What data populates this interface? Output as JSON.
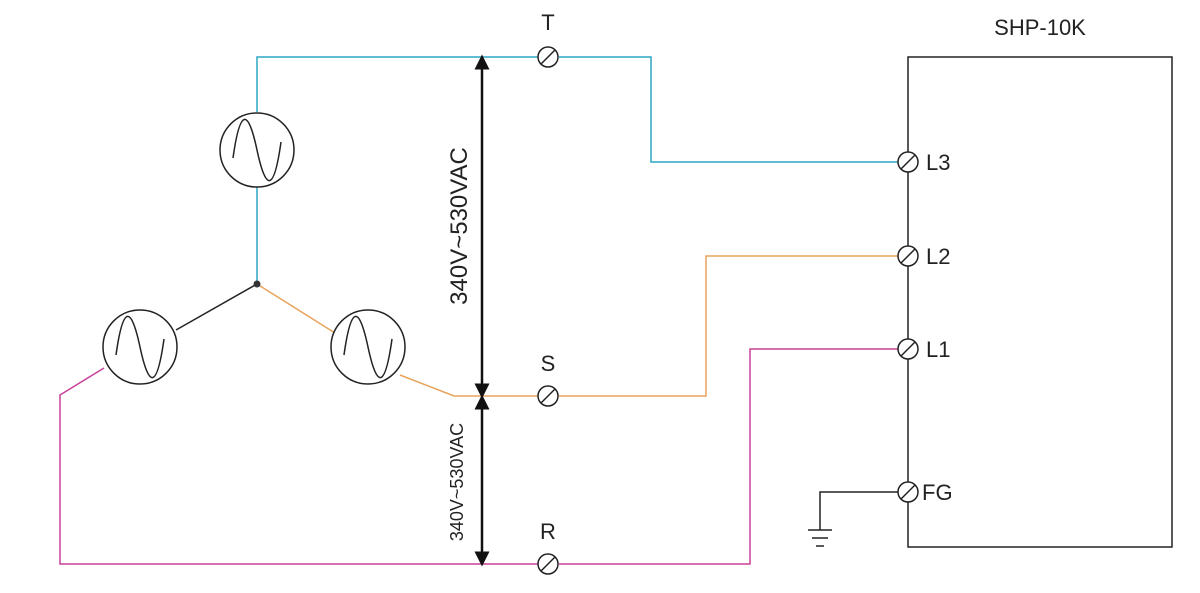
{
  "device": {
    "name": "SHP-10K"
  },
  "source_terminals": [
    {
      "id": "T",
      "label": "T"
    },
    {
      "id": "S",
      "label": "S"
    },
    {
      "id": "R",
      "label": "R"
    }
  ],
  "device_terminals": [
    {
      "id": "L3",
      "label": "L3"
    },
    {
      "id": "L2",
      "label": "L2"
    },
    {
      "id": "L1",
      "label": "L1"
    },
    {
      "id": "FG",
      "label": "FG"
    }
  ],
  "voltages": {
    "line_to_line_TS": "340V~530VAC",
    "line_to_line_SR": "340V~530VAC"
  },
  "colors": {
    "phase_T": "#2ca6c4",
    "phase_S": "#e8a35a",
    "phase_R": "#c8409a",
    "ground": "#222222",
    "outline": "#222222"
  }
}
